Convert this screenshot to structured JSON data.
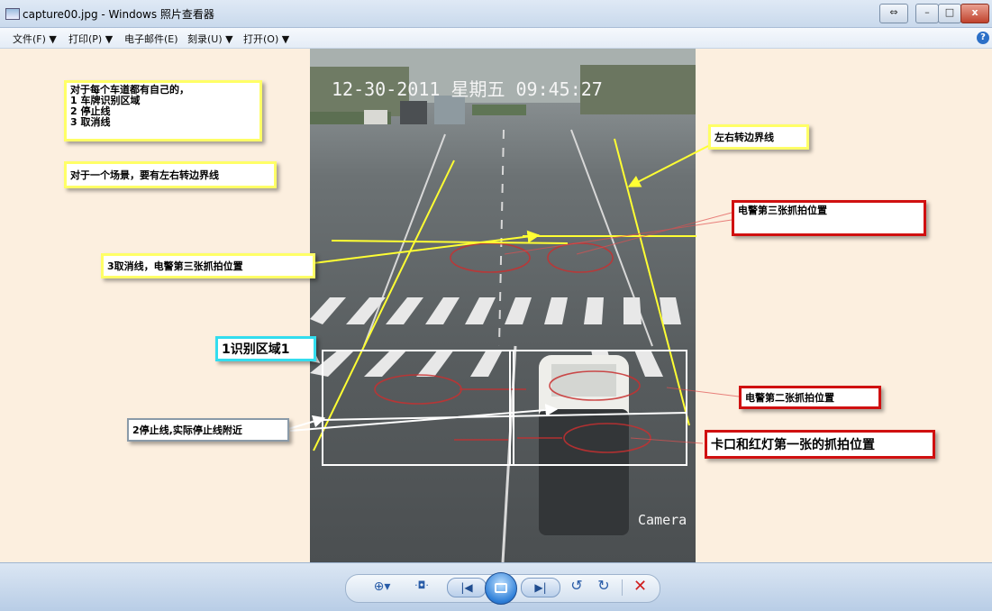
{
  "window": {
    "title": "capture00.jpg - Windows 照片查看器",
    "buttons": {
      "restore": "⇔",
      "minimize": "–",
      "maximize": "□",
      "close": "x"
    }
  },
  "menu": {
    "items": [
      "文件(F) ▼",
      "打印(P) ▼",
      "电子邮件(E)",
      "刻录(U) ▼",
      "打开(O) ▼"
    ],
    "help": "?"
  },
  "photo": {
    "timestamp": "12-30-2011 星期五 09:45:27",
    "camera_label": "Camera"
  },
  "annotations": {
    "lane_note": [
      "对于每个车道都有自己的，",
      "1 车牌识别区域",
      "2 停止线",
      "3 取消线"
    ],
    "scene_note": "对于一个场景，要有左右转边界线",
    "cancel_line_note": "3取消线，电警第三张抓拍位置",
    "region_note": "1识别区域1",
    "stop_line_note": "2停止线,实际停止线附近",
    "turn_boundary_note": "左右转边界线",
    "third_capture_note": "电警第三张抓拍位置",
    "second_capture_note": "电警第二张抓拍位置",
    "first_capture_note": "卡口和红灯第一张的抓拍位置"
  },
  "toolbar": {
    "zoom": "⊕▾",
    "fit": "·◘·",
    "prev": "|◀",
    "next": "▶|",
    "rotate_ccw": "↺",
    "rotate_cw": "↻",
    "delete": "✕"
  },
  "colors": {
    "annotation_yellow": "#ffff33",
    "annotation_red": "#d01010",
    "annotation_cyan": "#33ddee",
    "viewer_bg": "#fcefdf"
  }
}
